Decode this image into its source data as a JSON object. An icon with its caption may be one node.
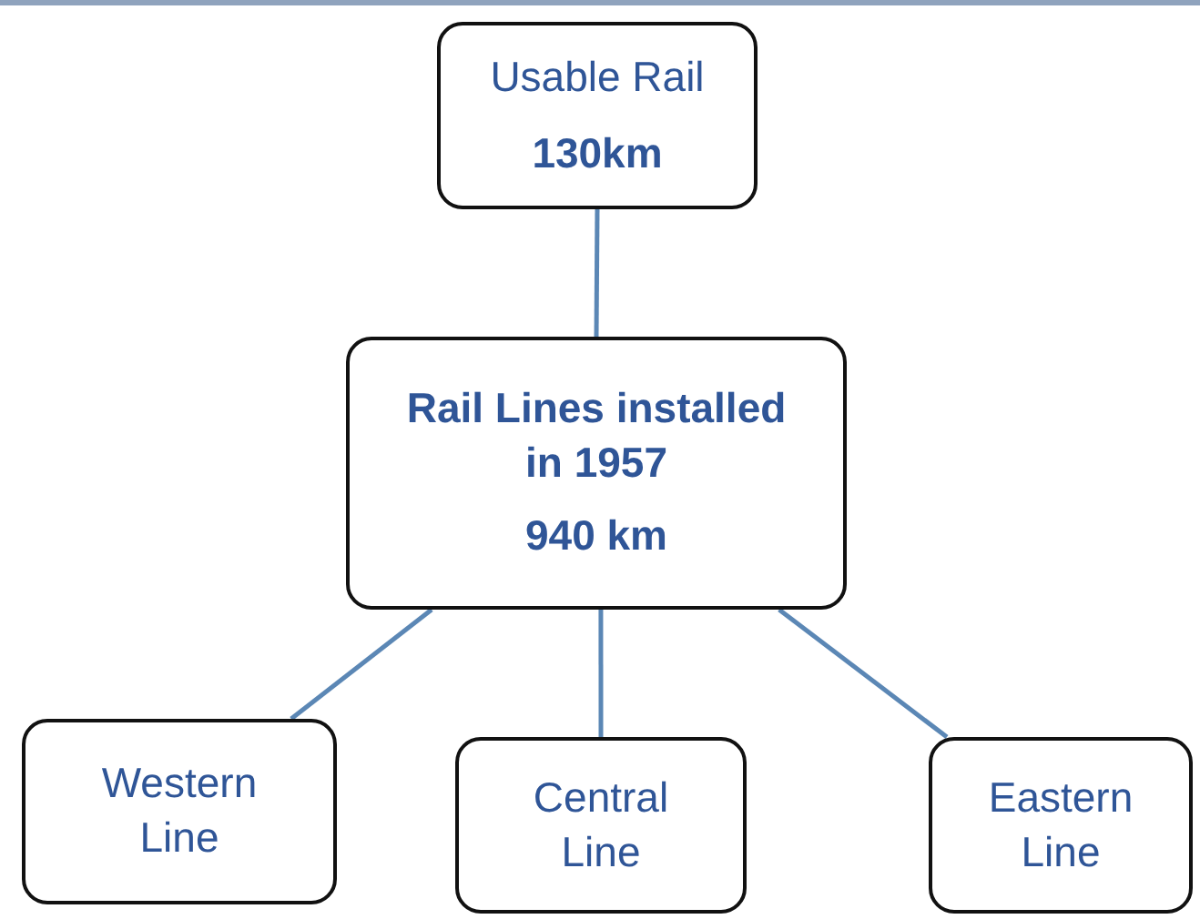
{
  "diagram": {
    "nodes": [
      {
        "text": [
          "Usable Rail",
          "130km"
        ]
      },
      {
        "text": [
          "Rail Lines installed in 1957",
          "940 km"
        ]
      },
      {
        "text": [
          "Western Line"
        ]
      },
      {
        "text": [
          "Central Line"
        ]
      },
      {
        "text": [
          "Eastern Line"
        ]
      }
    ],
    "edges": [
      {
        "from": 0,
        "to": 1,
        "arrow": "none"
      },
      {
        "from": 1,
        "to": 2,
        "arrow": "none"
      },
      {
        "from": 1,
        "to": 3,
        "arrow": "none"
      },
      {
        "from": 1,
        "to": 4,
        "arrow": "none"
      }
    ]
  }
}
